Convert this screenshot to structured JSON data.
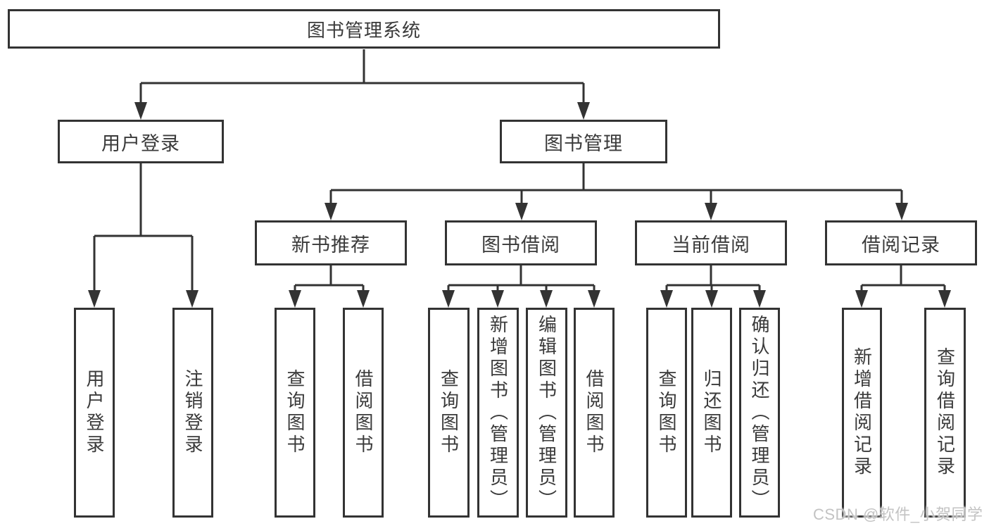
{
  "colors": {
    "line": "#333333",
    "text": "#3a3a3a",
    "watermark": "#c3c3c3"
  },
  "diagram": {
    "root": "图书管理系统",
    "branches": {
      "user_login": {
        "label": "用户登录",
        "children": [
          "用户登录",
          "注销登录"
        ]
      },
      "book_management": {
        "label": "图书管理",
        "children": {
          "new_book_recommend": {
            "label": "新书推荐",
            "children": [
              "查询图书",
              "借阅图书"
            ]
          },
          "book_borrow": {
            "label": "图书借阅",
            "children": [
              "查询图书",
              "新增图书（管理员）",
              "编辑图书（管理员）",
              "借阅图书"
            ]
          },
          "current_borrow": {
            "label": "当前借阅",
            "children": [
              "查询图书",
              "归还图书",
              "确认归还（管理员）"
            ]
          },
          "borrow_record": {
            "label": "借阅记录",
            "children": [
              "新增借阅记录",
              "查询借阅记录"
            ]
          }
        }
      }
    }
  },
  "watermark": {
    "text": "CSDN @软件_小贺同学"
  }
}
